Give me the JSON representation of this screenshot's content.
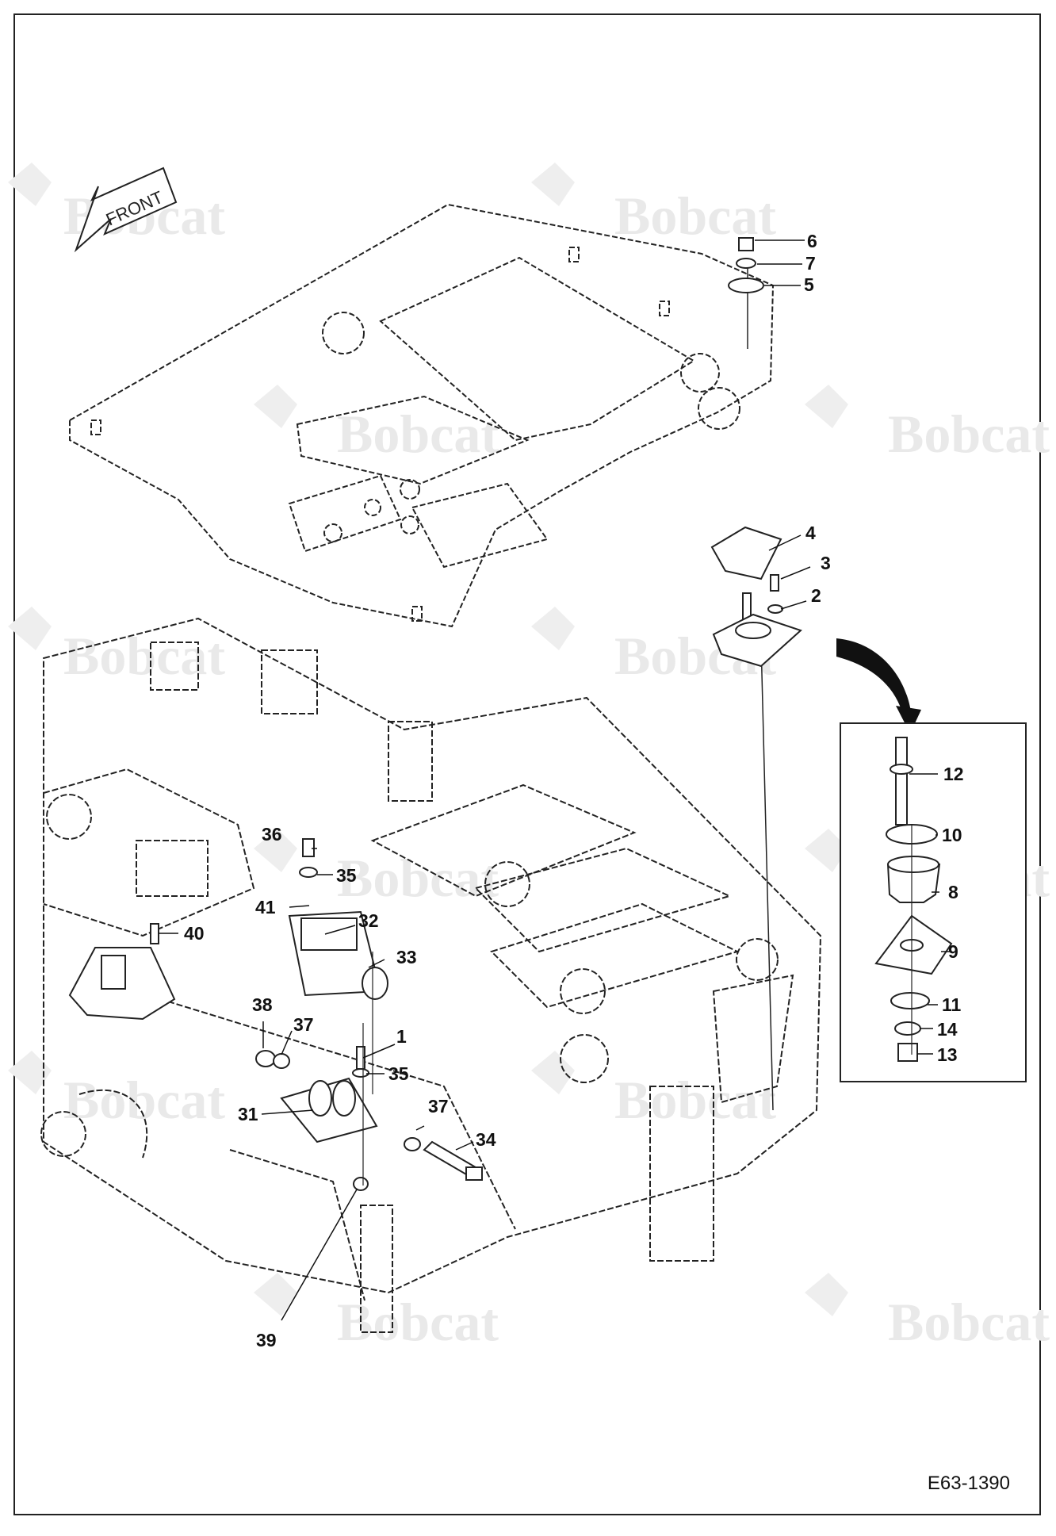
{
  "figure_id": "E63-1390",
  "orientation_label": "FRONT",
  "watermark_text": "Bobcat",
  "callouts": [
    "1",
    "2",
    "3",
    "4",
    "5",
    "6",
    "7",
    "8",
    "9",
    "10",
    "11",
    "12",
    "13",
    "14",
    "31",
    "32",
    "33",
    "34",
    "35",
    "35",
    "36",
    "37",
    "37",
    "38",
    "39",
    "40",
    "41"
  ],
  "colors": {
    "line": "#222222",
    "watermark": "#e9e9e9",
    "arrow": "#111111"
  }
}
